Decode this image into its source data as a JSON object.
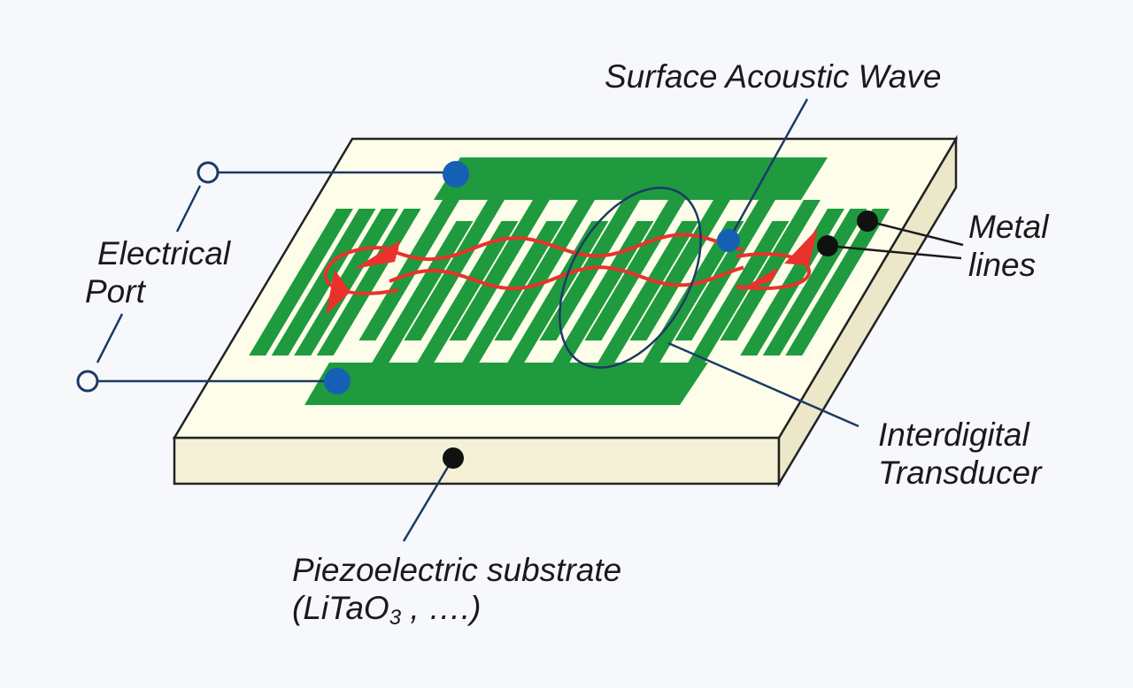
{
  "labels": {
    "saw": "Surface Acoustic Wave",
    "port_line1": "Electrical",
    "port_line2": "Port",
    "metal_line1": "Metal",
    "metal_line2": "lines",
    "idt_line1": "Interdigital",
    "idt_line2": "Transducer",
    "substrate_line1": "Piezoelectric substrate",
    "substrate_paren_open": "(LiTaO",
    "substrate_sub": "3",
    "substrate_rest": " , ….)"
  },
  "colors": {
    "background": "#f6f8fb",
    "substrate_top": "#fdfde9",
    "substrate_edge": "#f3f0d5",
    "electrode": "#1f9a3f",
    "wave": "#e8322b",
    "leader": "#1c3a66",
    "dot_blue": "#1560b4",
    "dot_black": "#111111"
  },
  "icons": [
    "terminal-circle-icon",
    "blue-dot-icon",
    "black-dot-icon",
    "wave-arrow-icon"
  ]
}
